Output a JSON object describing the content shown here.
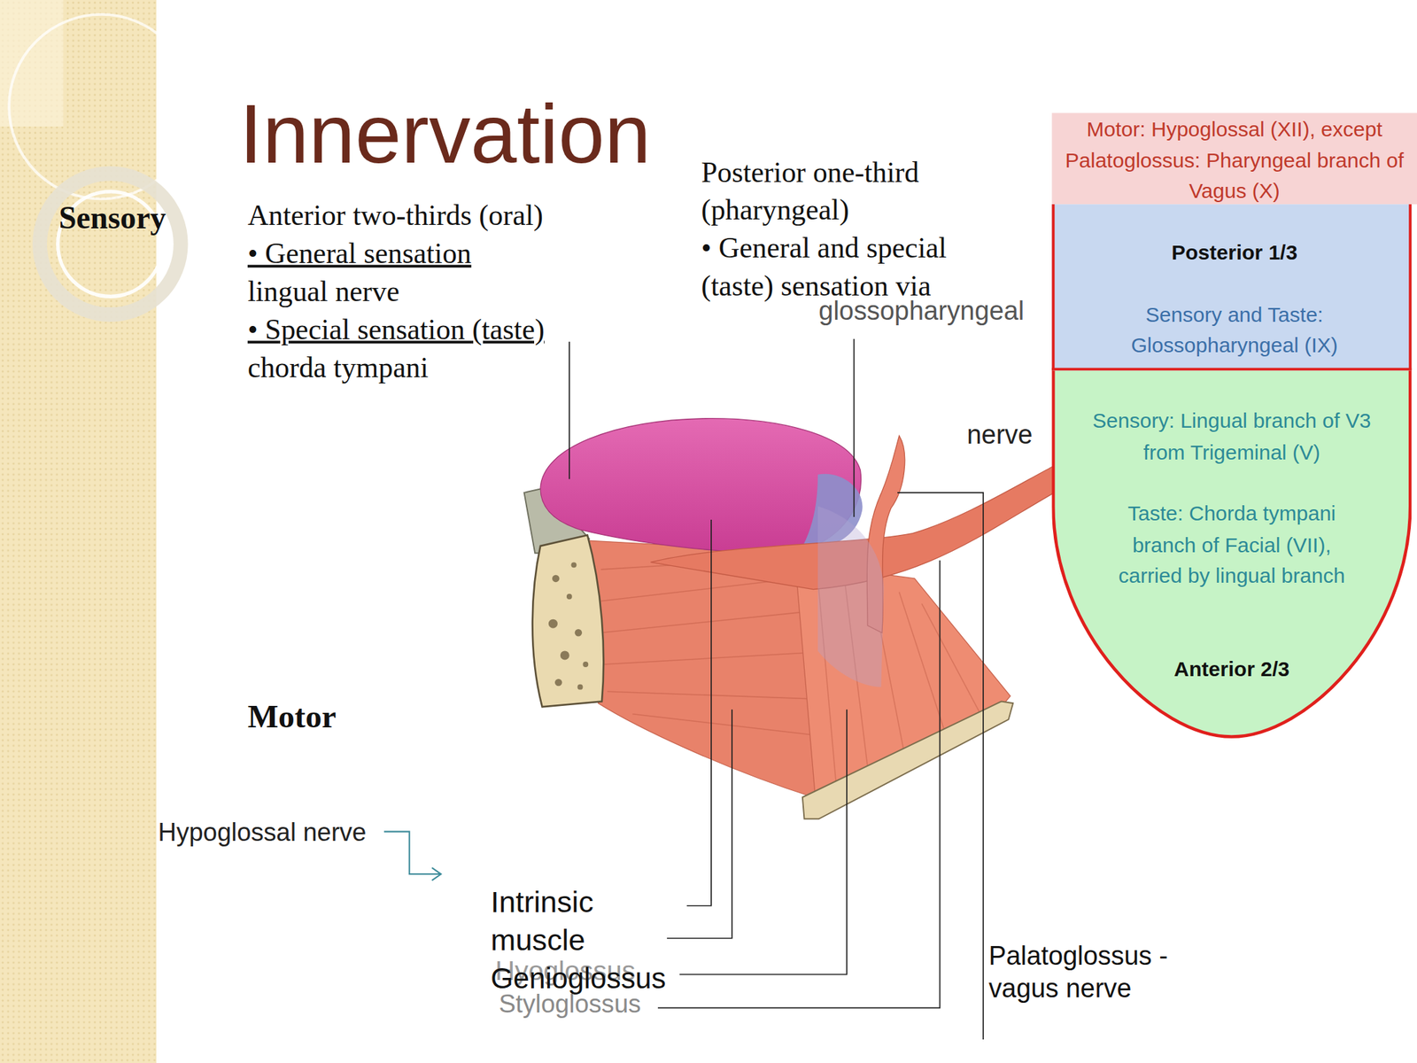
{
  "diagram": {
    "title": "Innervation",
    "nodes": [
      {
        "text": [
          "Motor: Hypoglossal (XII), except Palatoglossus: Pharyngeal branch of Vagus (X)"
        ]
      },
      {
        "text": [
          "Posterior 1/3",
          "Sensory and Taste: Glossopharyngeal (IX)"
        ]
      },
      {
        "text": [
          "Sensory: Lingual branch of V3 from Trigeminal (V)",
          "Taste: Chorda tympani branch of Facial (VII), carried by lingual branch",
          "Anterior 2/3"
        ]
      }
    ],
    "labels": [
      "Sensory",
      "Anterior two-thirds (oral)",
      "• General sensation",
      "lingual nerve",
      "• Special sensation (taste)",
      "chorda tympani",
      "Posterior one-third (pharyngeal)",
      "• General and special (taste) sensation via",
      "glossopharyngeal",
      "nerve",
      "Motor",
      "Hypoglossal nerve",
      "Intrinsic muscle",
      "Hyoglossus",
      "Genioglossus",
      "Styloglossus",
      "Palatoglossus - vagus nerve"
    ]
  }
}
